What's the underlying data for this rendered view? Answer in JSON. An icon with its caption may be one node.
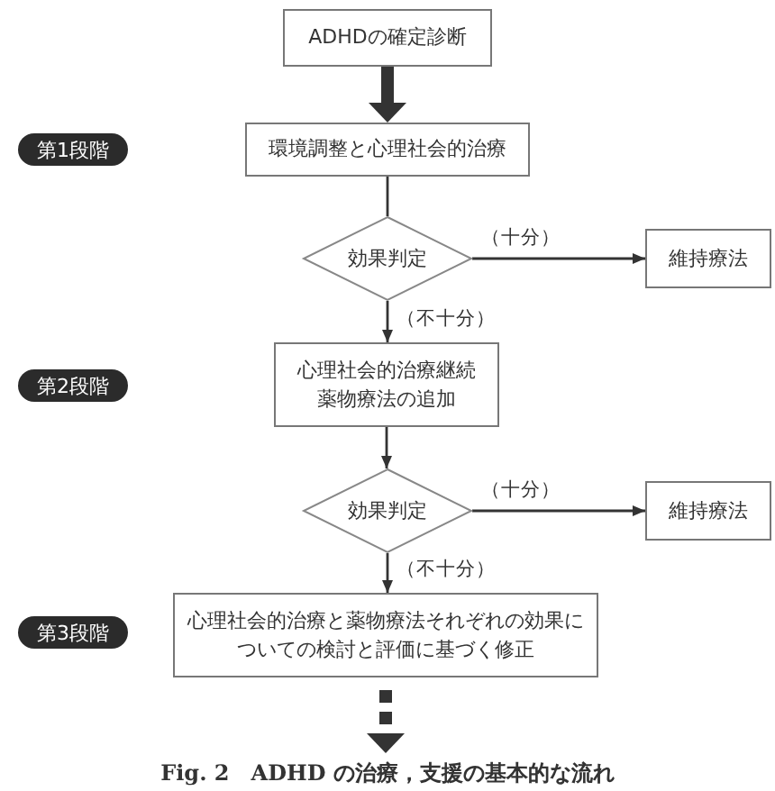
{
  "diagram": {
    "caption": "Fig. 2　ADHD の治療，支援の基本的な流れ",
    "nodes": [
      {
        "text": [
          "ADHDの確定診断"
        ]
      },
      {
        "text": [
          "第1段階"
        ]
      },
      {
        "text": [
          "環境調整と心理社会的治療"
        ]
      },
      {
        "text": [
          "効果判定"
        ]
      },
      {
        "text": [
          "維持療法"
        ]
      },
      {
        "text": [
          "第2段階"
        ]
      },
      {
        "text": [
          "心理社会的治療継続薬物療法の追加"
        ]
      },
      {
        "text": [
          "効果判定"
        ]
      },
      {
        "text": [
          "維持療法"
        ]
      },
      {
        "text": [
          "第3段階"
        ]
      },
      {
        "text": [
          "心理社会的治療と薬物療法それぞれの効果についての検討と評価に基づく修正"
        ]
      }
    ],
    "edges": [
      {
        "from": 0,
        "to": 2,
        "arrow": "to",
        "style": "thick"
      },
      {
        "from": 2,
        "to": 3,
        "arrow": "none"
      },
      {
        "from": 3,
        "to": 4,
        "arrow": "to",
        "label": "（十分）"
      },
      {
        "from": 3,
        "to": 6,
        "arrow": "to",
        "label": "（不十分）"
      },
      {
        "from": 6,
        "to": 7,
        "arrow": "to"
      },
      {
        "from": 7,
        "to": 8,
        "arrow": "to",
        "label": "（十分）"
      },
      {
        "from": 7,
        "to": 10,
        "arrow": "to",
        "label": "（不十分）"
      },
      {
        "from": 10,
        "to": null,
        "arrow": "to",
        "style": "dashed"
      }
    ]
  }
}
